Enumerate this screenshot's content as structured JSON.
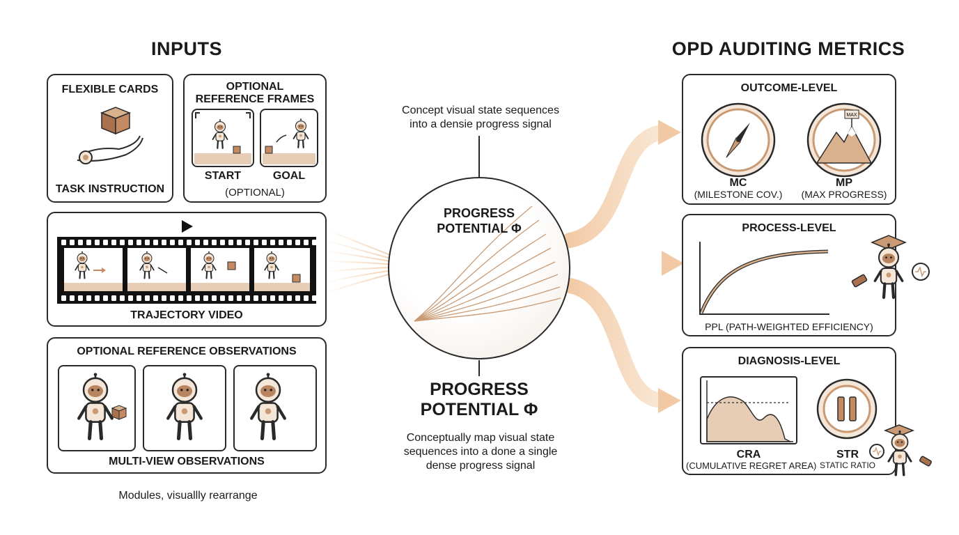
{
  "inputs": {
    "title": "INPUTS",
    "flexible_cards": {
      "title": "FLEXIBLE CARDS",
      "caption": "TASK INSTRUCTION"
    },
    "reference_frames": {
      "title_line1": "OPTIONAL",
      "title_line2": "REFERENCE FRAMES",
      "start_label": "START",
      "goal_label": "GOAL",
      "caption": "(OPTIONAL)"
    },
    "trajectory": {
      "caption": "TRAJECTORY VIDEO"
    },
    "observations": {
      "title": "OPTIONAL REFERENCE OBSERVATIONS",
      "caption": "MULTI-VIEW OBSERVATIONS"
    },
    "footnote": "Modules, visuallly rearrange"
  },
  "center": {
    "top_text_line1": "Concept visual state sequences",
    "top_text_line2": "into a densie progress signal",
    "circle_label_line1": "PROGRESS",
    "circle_label_line2": "POTENTIAL Φ",
    "big_label_line1": "PROGRESS",
    "big_label_line2": "POTENTIAL Φ",
    "bottom_text_line1": "Conceptually map visual state",
    "bottom_text_line2": "sequences into a done a single",
    "bottom_text_line3": "dense progress signal"
  },
  "metrics": {
    "title": "OPD AUDITING METRICS",
    "outcome": {
      "title": "OUTCOME-LEVEL",
      "mc_label": "MC",
      "mc_sub": "(MILESTONE COV.)",
      "mp_label": "MP",
      "mp_sub": "(MAX PROGRESS)",
      "flag_text": "MAX"
    },
    "process": {
      "title": "PROCESS-LEVEL",
      "caption": "PPL (PATH-WEIGHTED EFFICIENCY)"
    },
    "diagnosis": {
      "title": "DIAGNOSIS-LEVEL",
      "cra_label": "CRA",
      "cra_sub": "(CUMULATIVE REGRET AREA)",
      "str_label": "STR",
      "str_sub": "STATIC RATIO"
    }
  },
  "colors": {
    "accent": "#c99a73",
    "accent_light": "#f3dcc6",
    "outline": "#2a2a2a"
  }
}
